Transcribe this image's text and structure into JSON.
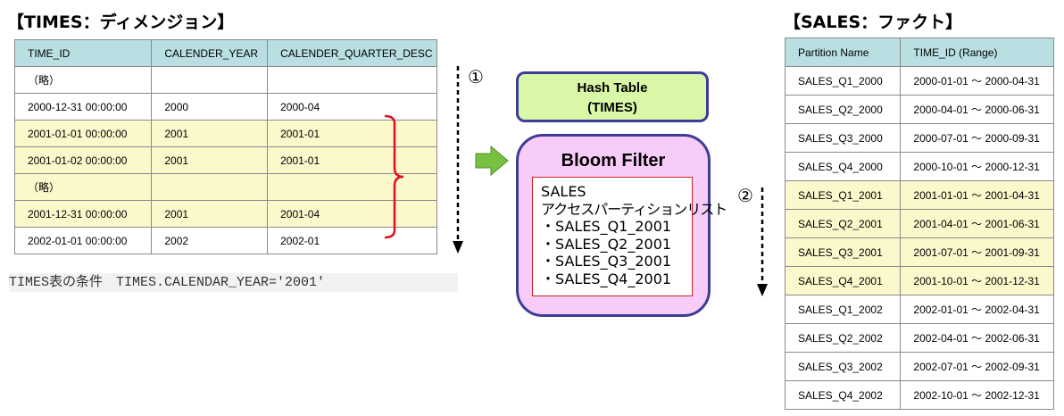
{
  "times": {
    "title": "【TIMES：ディメンジョン】",
    "headers": [
      "TIME_ID",
      "CALENDER_YEAR",
      "CALENDER_QUARTER_DESC"
    ],
    "rows": [
      {
        "cells": [
          "（略）",
          "",
          ""
        ],
        "highlighted": false
      },
      {
        "cells": [
          "2000-12-31 00:00:00",
          "2000",
          "2000-04"
        ],
        "highlighted": false
      },
      {
        "cells": [
          "2001-01-01 00:00:00",
          "2001",
          "2001-01"
        ],
        "highlighted": true
      },
      {
        "cells": [
          "2001-01-02 00:00:00",
          "2001",
          "2001-01"
        ],
        "highlighted": true
      },
      {
        "cells": [
          "（略）",
          "",
          ""
        ],
        "highlighted": true
      },
      {
        "cells": [
          "2001-12-31 00:00:00",
          "2001",
          "2001-04"
        ],
        "highlighted": true
      },
      {
        "cells": [
          "2002-01-01 00:00:00",
          "2002",
          "2002-01"
        ],
        "highlighted": false
      }
    ],
    "condition": "TIMES表の条件　TIMES.CALENDAR_YEAR='2001'"
  },
  "steps": {
    "one": "①",
    "two": "②"
  },
  "hash_table": {
    "line1": "Hash Table",
    "line2": "(TIMES)"
  },
  "bloom_filter": {
    "title": "Bloom Filter",
    "lines": [
      "SALES",
      "アクセスパーティションリスト",
      "・SALES_Q1_2001",
      "・SALES_Q2_2001",
      "・SALES_Q3_2001",
      "・SALES_Q4_2001"
    ]
  },
  "sales": {
    "title": "【SALES：ファクト】",
    "headers": [
      "Partition Name",
      "TIME_ID (Range)"
    ],
    "rows": [
      {
        "cells": [
          "SALES_Q1_2000",
          "2000-01-01 ～ 2000-04-31"
        ],
        "highlighted": false
      },
      {
        "cells": [
          "SALES_Q2_2000",
          "2000-04-01 ～ 2000-06-31"
        ],
        "highlighted": false
      },
      {
        "cells": [
          "SALES_Q3_2000",
          "2000-07-01 ～ 2000-09-31"
        ],
        "highlighted": false
      },
      {
        "cells": [
          "SALES_Q4_2000",
          "2000-10-01 ～ 2000-12-31"
        ],
        "highlighted": false
      },
      {
        "cells": [
          "SALES_Q1_2001",
          "2001-01-01 ～ 2001-04-31"
        ],
        "highlighted": true
      },
      {
        "cells": [
          "SALES_Q2_2001",
          "2001-04-01 ～ 2001-06-31"
        ],
        "highlighted": true
      },
      {
        "cells": [
          "SALES_Q3_2001",
          "2001-07-01 ～ 2001-09-31"
        ],
        "highlighted": true
      },
      {
        "cells": [
          "SALES_Q4_2001",
          "2001-10-01 ～ 2001-12-31"
        ],
        "highlighted": true
      },
      {
        "cells": [
          "SALES_Q1_2002",
          "2002-01-01 ～ 2002-04-31"
        ],
        "highlighted": false
      },
      {
        "cells": [
          "SALES_Q2_2002",
          "2002-04-01 ～ 2002-06-31"
        ],
        "highlighted": false
      },
      {
        "cells": [
          "SALES_Q3_2002",
          "2002-07-01 ～ 2002-09-31"
        ],
        "highlighted": false
      },
      {
        "cells": [
          "SALES_Q4_2002",
          "2002-10-01 ～ 2002-12-31"
        ],
        "highlighted": false
      }
    ]
  },
  "colors": {
    "header_bg": "#b9dfe3",
    "highlight_bg": "#fbf8cc",
    "hash_bg": "#d8f8a8",
    "bloom_bg": "#f8ccf8",
    "border_navy": "#3f3c97",
    "brace_red": "#e0101e",
    "arrow_green": "#77c040"
  }
}
